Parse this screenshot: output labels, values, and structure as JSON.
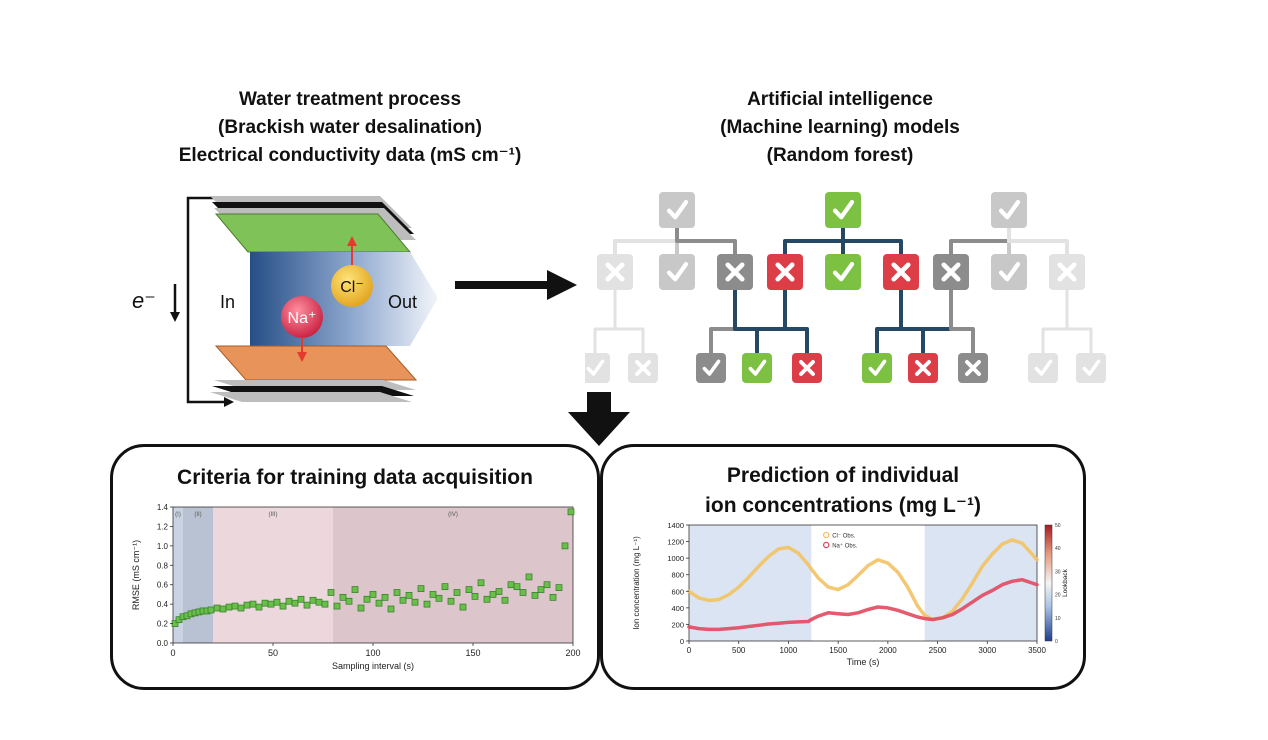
{
  "top_left": {
    "title_lines": [
      "Water treatment process",
      "(Brackish water desalination)",
      "Electrical conductivity data (mS cm⁻¹)"
    ],
    "labels": {
      "electron": "e⁻",
      "inlet": "In",
      "outlet": "Out",
      "chloride": "Cl⁻",
      "sodium": "Na⁺"
    }
  },
  "top_right": {
    "title_lines": [
      "Artificial intelligence",
      "(Machine learning) models",
      "(Random forest)"
    ]
  },
  "bottom_left": {
    "title": "Criteria for training data acquisition",
    "chart_data": {
      "type": "scatter",
      "xlabel": "Sampling interval (s)",
      "ylabel": "RMSE (mS cm⁻¹)",
      "xlim": [
        0,
        200
      ],
      "ylim": [
        0,
        1.4
      ],
      "x_ticks": [
        "0",
        "50",
        "100",
        "150",
        "200"
      ],
      "y_ticks": [
        "0.0",
        "0.2",
        "0.4",
        "0.6",
        "0.8",
        "1.0",
        "1.2",
        "1.4"
      ],
      "regions": [
        {
          "label": "(I)",
          "from": 0,
          "to": 5,
          "color": "#c9d3e2"
        },
        {
          "label": "(II)",
          "from": 5,
          "to": 20,
          "color": "#b9c2d2"
        },
        {
          "label": "(III)",
          "from": 20,
          "to": 80,
          "color": "#ecd7dd"
        },
        {
          "label": "(IV)",
          "from": 80,
          "to": 200,
          "color": "#dcc5cb"
        }
      ],
      "marker_color": "#6abf4b",
      "points_x": [
        1,
        3,
        5,
        7,
        9,
        11,
        13,
        15,
        17,
        19,
        22,
        25,
        28,
        31,
        34,
        37,
        40,
        43,
        46,
        49,
        52,
        55,
        58,
        61,
        64,
        67,
        70,
        73,
        76,
        79,
        82,
        85,
        88,
        91,
        94,
        97,
        100,
        103,
        106,
        109,
        112,
        115,
        118,
        121,
        124,
        127,
        130,
        133,
        136,
        139,
        142,
        145,
        148,
        151,
        154,
        157,
        160,
        163,
        166,
        169,
        172,
        175,
        178,
        181,
        184,
        187,
        190,
        193,
        196,
        199
      ],
      "points_y": [
        0.2,
        0.24,
        0.27,
        0.28,
        0.3,
        0.31,
        0.32,
        0.33,
        0.33,
        0.34,
        0.36,
        0.35,
        0.37,
        0.38,
        0.36,
        0.39,
        0.4,
        0.37,
        0.41,
        0.4,
        0.42,
        0.38,
        0.43,
        0.41,
        0.45,
        0.39,
        0.44,
        0.42,
        0.4,
        0.52,
        0.38,
        0.47,
        0.43,
        0.55,
        0.36,
        0.45,
        0.5,
        0.41,
        0.47,
        0.35,
        0.52,
        0.44,
        0.49,
        0.42,
        0.56,
        0.4,
        0.5,
        0.46,
        0.58,
        0.43,
        0.52,
        0.37,
        0.55,
        0.48,
        0.62,
        0.45,
        0.5,
        0.53,
        0.44,
        0.6,
        0.58,
        0.52,
        0.68,
        0.49,
        0.55,
        0.6,
        0.47,
        0.57,
        1.0,
        1.35
      ]
    }
  },
  "bottom_right": {
    "title_lines": [
      "Prediction of individual",
      "ion concentrations (mg L⁻¹)"
    ],
    "chart_data": {
      "type": "line",
      "xlabel": "Time (s)",
      "ylabel": "Ion concentration (mg L⁻¹)",
      "xlim": [
        0,
        3500
      ],
      "ylim": [
        0,
        1400
      ],
      "x_ticks": [
        "0",
        "500",
        "1000",
        "1500",
        "2000",
        "2500",
        "3000",
        "3500"
      ],
      "y_ticks": [
        "0",
        "200",
        "400",
        "600",
        "800",
        "1000",
        "1200",
        "1400"
      ],
      "shaded_regions": [
        [
          0,
          1230
        ],
        [
          2370,
          3500
        ]
      ],
      "legend": [
        "Cl⁻ Obs.",
        "Na⁺ Obs."
      ],
      "series": [
        {
          "name": "Cl⁻ Obs.",
          "color": "#f3c263",
          "x": [
            0,
            100,
            200,
            300,
            400,
            500,
            600,
            700,
            800,
            900,
            1000,
            1100,
            1200,
            1230,
            1300,
            1400,
            1500,
            1600,
            1700,
            1800,
            1900,
            2000,
            2100,
            2200,
            2300,
            2370,
            2450,
            2550,
            2650,
            2750,
            2850,
            2950,
            3050,
            3150,
            3250,
            3350,
            3450,
            3500
          ],
          "y": [
            600,
            520,
            490,
            500,
            560,
            650,
            770,
            900,
            1020,
            1110,
            1130,
            1060,
            920,
            870,
            760,
            650,
            620,
            680,
            790,
            910,
            980,
            940,
            830,
            650,
            420,
            310,
            260,
            280,
            360,
            510,
            700,
            900,
            1050,
            1170,
            1220,
            1180,
            1050,
            980
          ]
        },
        {
          "name": "Na⁺ Obs.",
          "color": "#e2485f",
          "x": [
            0,
            100,
            200,
            300,
            400,
            500,
            600,
            700,
            800,
            900,
            1000,
            1100,
            1200,
            1230,
            1300,
            1400,
            1500,
            1600,
            1700,
            1800,
            1900,
            2000,
            2100,
            2200,
            2300,
            2370,
            2450,
            2550,
            2650,
            2750,
            2850,
            2950,
            3050,
            3150,
            3250,
            3350,
            3450,
            3500
          ],
          "y": [
            170,
            150,
            140,
            140,
            150,
            160,
            175,
            190,
            205,
            215,
            225,
            230,
            235,
            260,
            300,
            340,
            330,
            320,
            340,
            380,
            410,
            400,
            370,
            330,
            290,
            270,
            260,
            280,
            320,
            390,
            470,
            550,
            610,
            680,
            720,
            740,
            700,
            680
          ]
        }
      ],
      "colorbar": {
        "label": "Lookback",
        "ticks": [
          "0",
          "10",
          "20",
          "30",
          "40",
          "50"
        ]
      }
    }
  }
}
